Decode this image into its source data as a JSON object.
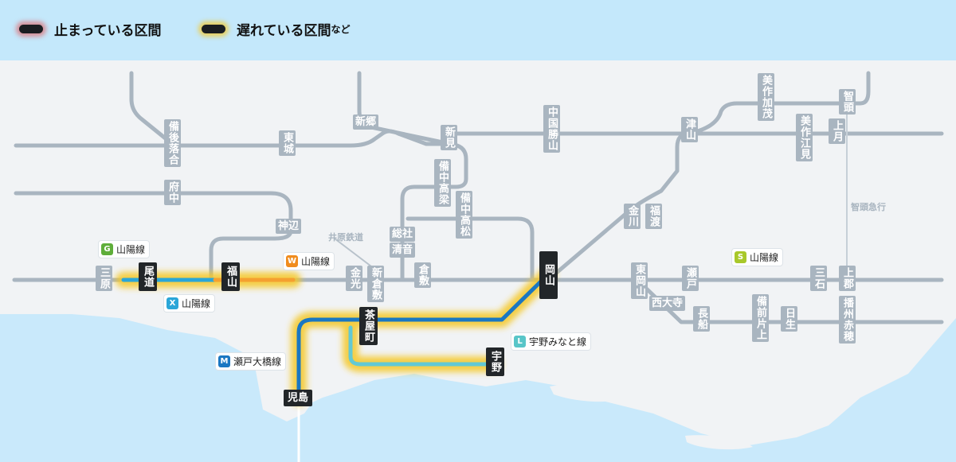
{
  "legend": {
    "stopped": {
      "label": "止まっている区間",
      "color": "#e04848"
    },
    "delayed": {
      "label": "遅れている区間",
      "suffix": "など",
      "color": "#f5c828"
    }
  },
  "colors": {
    "land": "#f1f3f5",
    "sea": "#c9e9fb",
    "inactive_line": "#a9b5c0",
    "sanyo_segment": "#f5a030",
    "seto_ohashi": "#1a77c2",
    "uno": "#62c9d4",
    "station_highlight": "#222629"
  },
  "stations": {
    "bingo_ochiai": "備後落合",
    "fuchu": "府中",
    "higashi_jo": "東城",
    "niisato": "新郷",
    "niimi": "新見",
    "bichu_takahashi_1": "備中高梁",
    "bichu_takahashi_2": "備中高松",
    "kannabe": "神辺",
    "soja": "総社",
    "kiyone": "清音",
    "kurashiki": "倉敷",
    "shinkurashiki": "新倉敷",
    "kanko": "金光",
    "chugoku_katsuyama": "中国勝山",
    "tsuyama": "津山",
    "mimasaka_kamo": "美作加茂",
    "mimasaka_ebami": "美作江見",
    "chizu": "智頭",
    "kamitsuki": "上月",
    "kanagawa": "金川",
    "fukuwatari": "福渡",
    "okayama": "岡山",
    "higashi_okayama": "東岡山",
    "saidaiji": "西大寺",
    "seto": "瀬戸",
    "osafune": "長船",
    "bizen_katakami": "備前片上",
    "hinase": "日生",
    "mitsuishi": "三石",
    "kamigori": "上郡",
    "banshu_ako": "播州赤穂",
    "mihara": "三原",
    "onomichi": "尾道",
    "fukuyama": "福山",
    "chayamachi": "茶屋町",
    "uno": "宇野",
    "kojima": "児島"
  },
  "line_labels": {
    "ibara": "井原鉄道",
    "chizu_kyuko": "智頭急行"
  },
  "badges": [
    {
      "code": "G",
      "color": "#5fae3a",
      "name": "山陽線"
    },
    {
      "code": "W",
      "color": "#f08c1e",
      "name": "山陽線"
    },
    {
      "code": "X",
      "color": "#2aa6d8",
      "name": "山陽線"
    },
    {
      "code": "S",
      "color": "#a8c82a",
      "name": "山陽線"
    },
    {
      "code": "L",
      "color": "#58c5c8",
      "name": "宇野みなと線"
    },
    {
      "code": "M",
      "color": "#1a77c2",
      "name": "瀬戸大橋線"
    }
  ]
}
